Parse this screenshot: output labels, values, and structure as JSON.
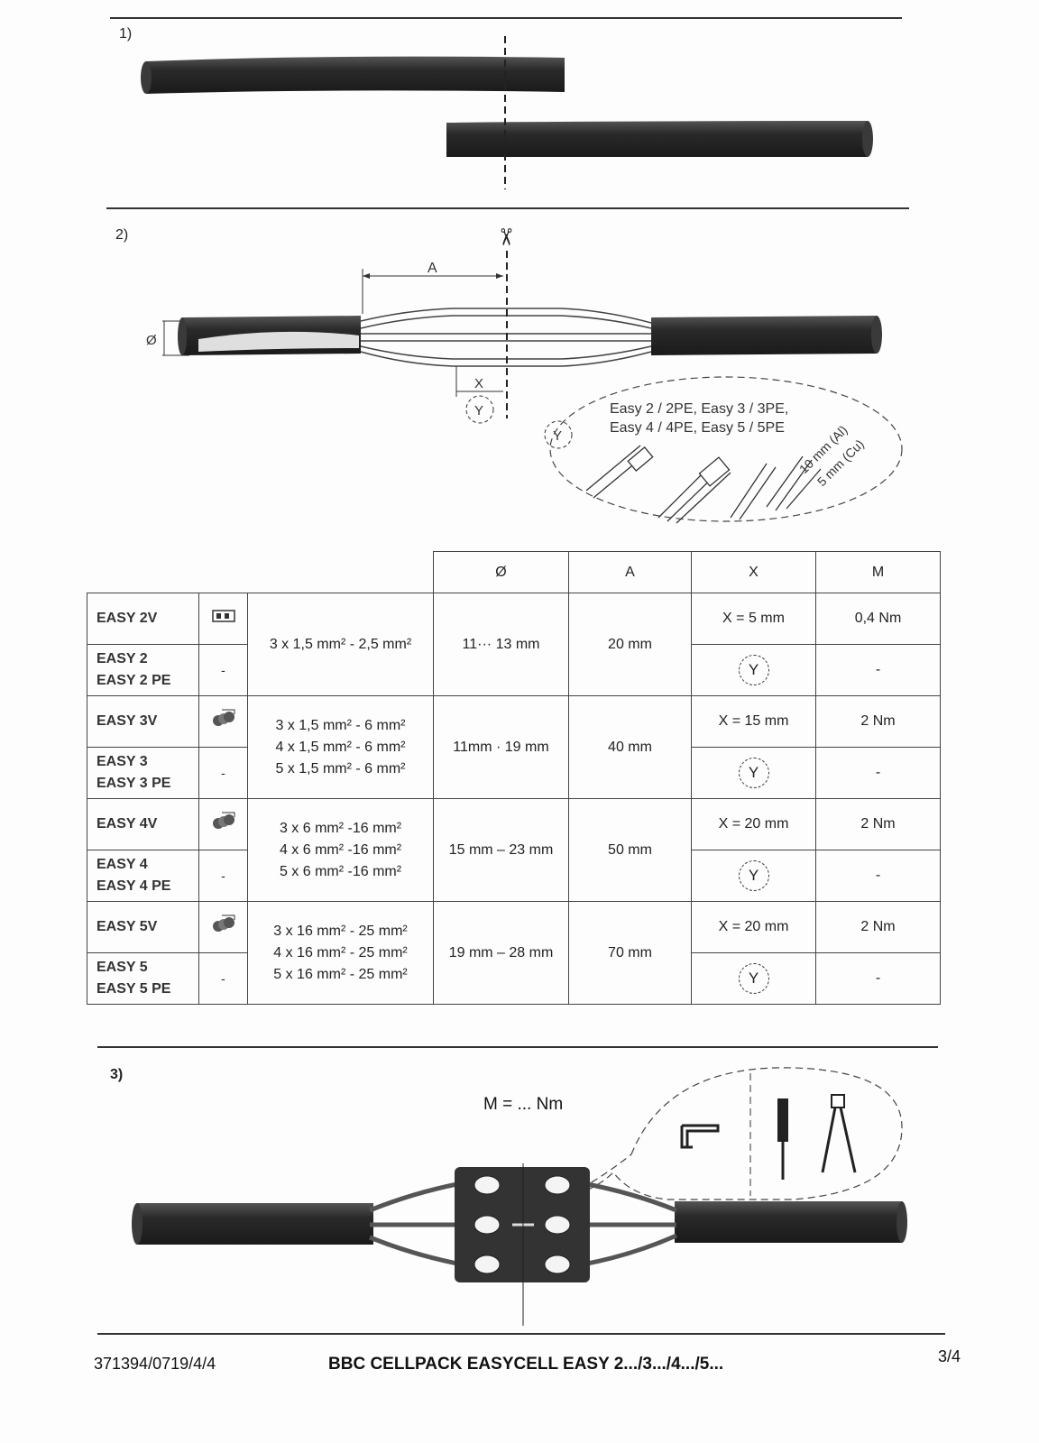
{
  "steps": {
    "step1": "1)",
    "step2": "2)",
    "step3": "3)"
  },
  "diagram2": {
    "label_a": "A",
    "label_x": "X",
    "label_y": "Y",
    "label_diameter": "Ø",
    "scissors": "✂",
    "callout_line1": "Easy 2 / 2PE, Easy 3 / 3PE,",
    "callout_line2": "Easy 4 / 4PE, Easy 5 / 5PE",
    "strip_al": "10 mm (Al)",
    "strip_cu": "5 mm (Cu)"
  },
  "table": {
    "headers": [
      "Ø",
      "A",
      "X",
      "M"
    ],
    "groups": [
      {
        "v_name": "EASY 2V",
        "v_icon": "connector-block-icon",
        "n_name_1": "EASY 2",
        "n_name_2": "EASY 2 PE",
        "n_icon": "-",
        "sections": [
          "3 x 1,5 mm² - 2,5 mm²"
        ],
        "diameter": "11··· 13 mm",
        "a": "20 mm",
        "x_v": "X = 5 mm",
        "m_v": "0,4 Nm",
        "x_n": "Y",
        "m_n": "-"
      },
      {
        "v_name": "EASY 3V",
        "v_icon": "screw-connector-icon",
        "n_name_1": "EASY 3",
        "n_name_2": "EASY 3 PE",
        "n_icon": "-",
        "sections": [
          "3 x 1,5 mm² - 6 mm²",
          "4 x 1,5 mm² - 6 mm²",
          "5 x 1,5 mm² - 6 mm²"
        ],
        "diameter": "11mm · 19 mm",
        "a": "40 mm",
        "x_v": "X = 15 mm",
        "m_v": "2 Nm",
        "x_n": "Y",
        "m_n": "-"
      },
      {
        "v_name": "EASY 4V",
        "v_icon": "screw-connector-icon",
        "n_name_1": "EASY 4",
        "n_name_2": "EASY 4 PE",
        "n_icon": "-",
        "sections": [
          "3 x 6 mm² -16 mm²",
          "4 x 6 mm² -16 mm²",
          "5 x 6 mm² -16 mm²"
        ],
        "diameter": "15 mm – 23 mm",
        "a": "50 mm",
        "x_v": "X = 20 mm",
        "m_v": "2 Nm",
        "x_n": "Y",
        "m_n": "-"
      },
      {
        "v_name": "EASY 5V",
        "v_icon": "screw-connector-icon",
        "n_name_1": "EASY 5",
        "n_name_2": "EASY 5 PE",
        "n_icon": "-",
        "sections": [
          "3 x 16 mm² - 25 mm²",
          "4 x 16 mm² - 25 mm²",
          "5 x 16 mm² - 25 mm²"
        ],
        "diameter": "19 mm – 28 mm",
        "a": "70 mm",
        "x_v": "X = 20 mm",
        "m_v": "2 Nm",
        "x_n": "Y",
        "m_n": "-"
      }
    ]
  },
  "diagram3": {
    "torque_label": "M = ... Nm"
  },
  "footer": {
    "doc_code": "371394/0719/4/4",
    "title": "BBC CELLPACK EASYCELL EASY 2.../3.../4.../5...",
    "page": "3/4"
  }
}
